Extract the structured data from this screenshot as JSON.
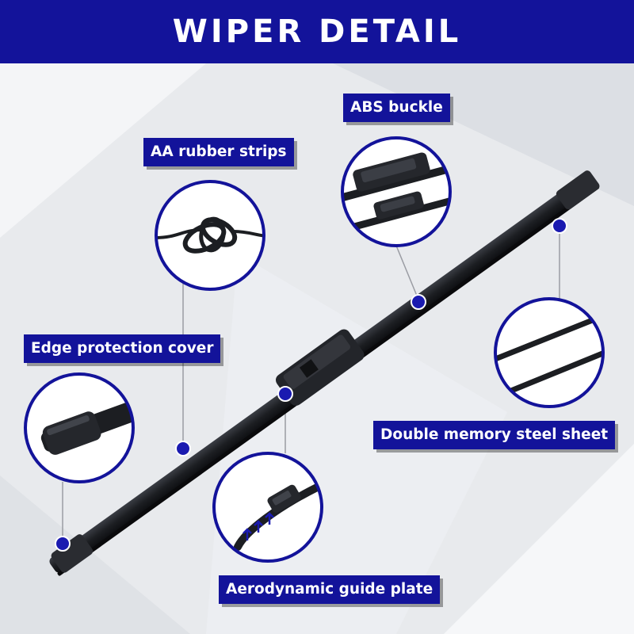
{
  "header": {
    "title": "WIPER DETAIL"
  },
  "labels": {
    "abs_buckle": "ABS buckle",
    "aa_rubber_strips": "AA rubber strips",
    "edge_protection_cover": "Edge protection cover",
    "double_memory_steel_sheet": "Double memory steel sheet",
    "aerodynamic_guide_plate": "Aerodynamic guide plate"
  },
  "colors": {
    "accent_navy": "#13139a",
    "marker_blue": "#1a1ab0",
    "wiper_black": "#1c1e22",
    "background": "#e9ebee"
  }
}
